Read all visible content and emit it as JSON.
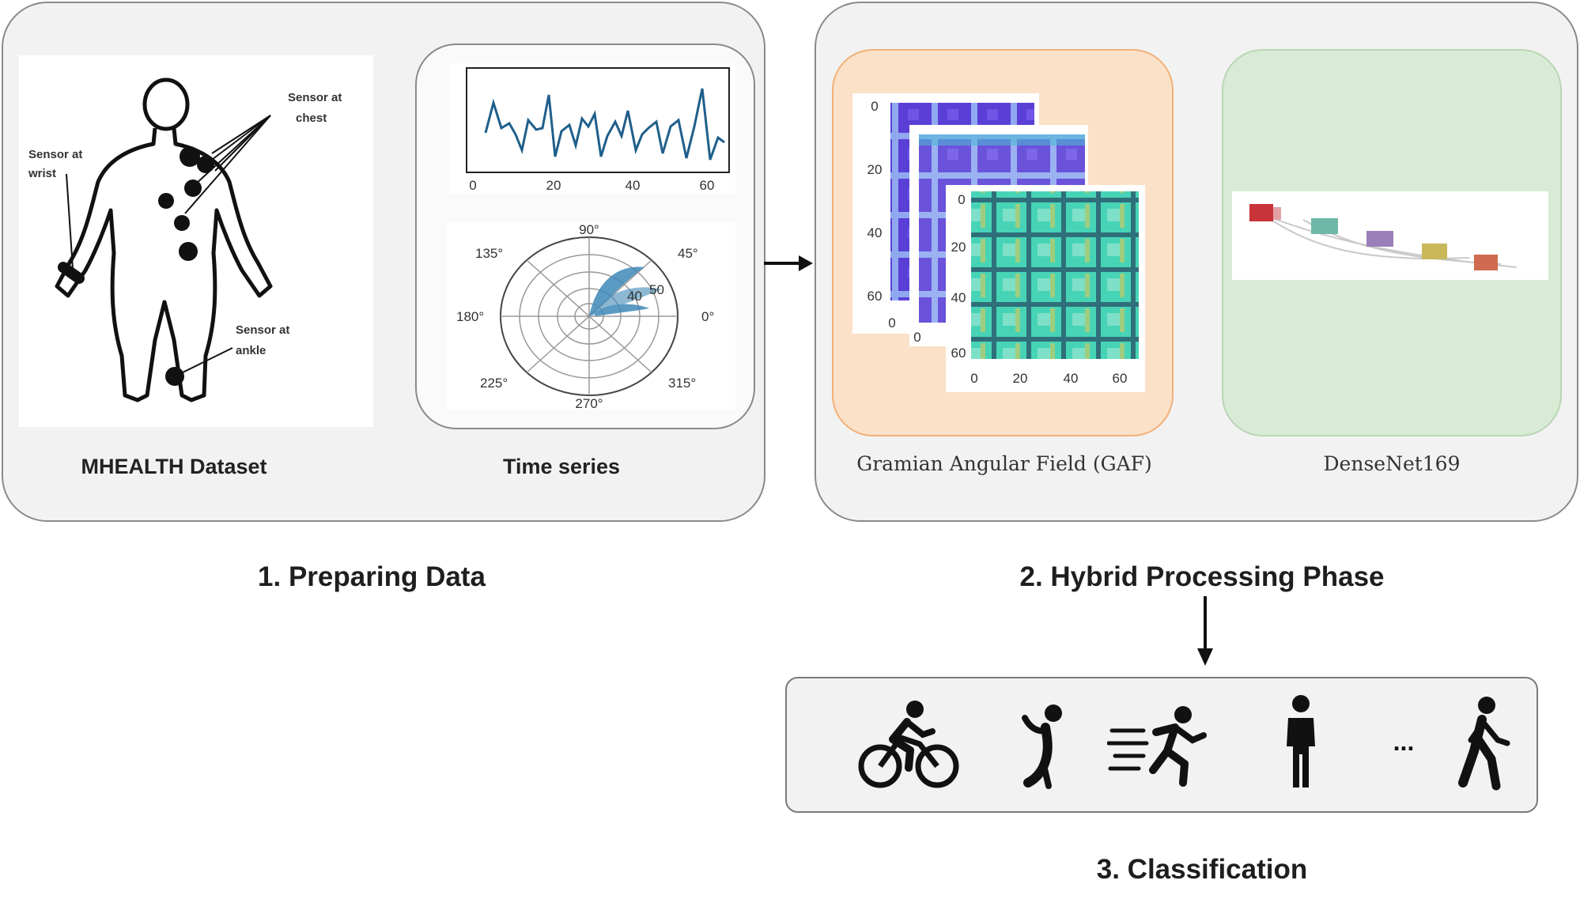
{
  "sections": {
    "step1": {
      "caption": "1. Preparing Data"
    },
    "step2": {
      "caption": "2. Hybrid Processing Phase"
    },
    "step3": {
      "caption": "3. Classification"
    }
  },
  "dataset": {
    "caption": "MHEALTH Dataset",
    "labels": {
      "chest": [
        "Sensor at",
        "chest"
      ],
      "wrist": [
        "Sensor at",
        "wrist"
      ],
      "ankle": [
        "Sensor at",
        "ankle"
      ]
    }
  },
  "timeseries": {
    "caption": "Time series",
    "line_ticks": [
      "0",
      "20",
      "40",
      "60"
    ],
    "polar_angles": [
      "90°",
      "45°",
      "0°",
      "315°",
      "270°",
      "225°",
      "180°",
      "135°"
    ],
    "polar_radial": [
      "40",
      "50"
    ]
  },
  "gaf": {
    "caption": "Gramian Angular Field (GAF)",
    "back_y_ticks": [
      "0",
      "20",
      "40",
      "60"
    ],
    "back_x_tick": "0",
    "mid_x_tick": "0",
    "front_y_ticks": [
      "0",
      "20",
      "40",
      "60"
    ],
    "front_x_ticks": [
      "0",
      "20",
      "40",
      "60"
    ],
    "colors": {
      "back": "#5a3fd6",
      "front": "#3fd0b0"
    }
  },
  "densenet": {
    "caption": "DenseNet169",
    "colors": {
      "panel": "#d8ecd5",
      "block1": "#c8343a",
      "block2": "#6fb8a8",
      "block3": "#9b7fb8",
      "block4": "#c9b85a",
      "block5": "#d06a50"
    }
  },
  "classification": {
    "activities": [
      {
        "icon": "cycling-icon"
      },
      {
        "icon": "jumping-icon"
      },
      {
        "icon": "running-icon"
      },
      {
        "icon": "standing-icon"
      },
      {
        "ellipsis": "..."
      },
      {
        "icon": "walking-icon"
      }
    ]
  },
  "colors": {
    "panel_bg": "#f2f2f2",
    "panel_border": "#8a8a8a",
    "gaf_panel": "#fbe1c8",
    "gaf_border": "#f2b079"
  }
}
